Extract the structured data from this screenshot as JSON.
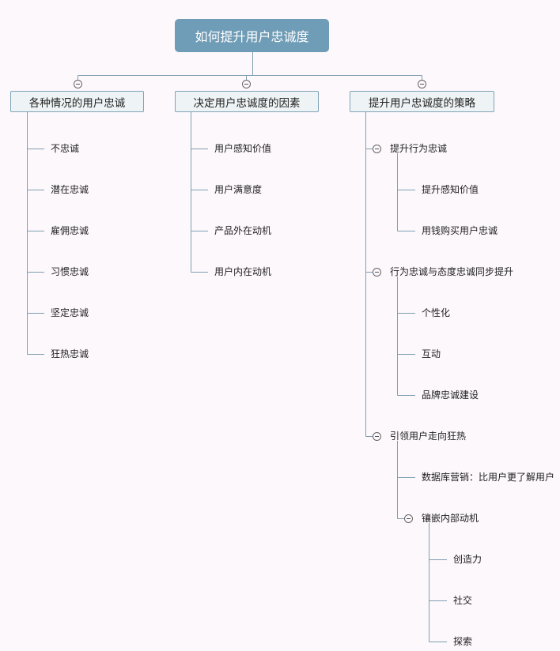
{
  "root": {
    "title": "如何提升用户忠诚度"
  },
  "branches": [
    {
      "title": "各种情况的用户忠诚",
      "children": [
        "不忠诚",
        "潜在忠诚",
        "雇佣忠诚",
        "习惯忠诚",
        "坚定忠诚",
        "狂热忠诚"
      ]
    },
    {
      "title": "决定用户忠诚度的因素",
      "children": [
        "用户感知价值",
        "用户满意度",
        "产品外在动机",
        "用户内在动机"
      ]
    },
    {
      "title": "提升用户忠诚度的策略",
      "children": [
        {
          "label": "提升行为忠诚",
          "children": [
            "提升感知价值",
            "用钱购买用户忠诚"
          ]
        },
        {
          "label": "行为忠诚与态度忠诚同步提升",
          "children": [
            "个性化",
            "互动",
            "品牌忠诚建设"
          ]
        },
        {
          "label": "引领用户走向狂热",
          "children": [
            "数据库营销：比用户更了解用户",
            "镶嵌内部动机"
          ]
        }
      ]
    }
  ],
  "nested": {
    "parent": "镶嵌内部动机",
    "children": [
      "创造力",
      "社交",
      "探索"
    ]
  }
}
